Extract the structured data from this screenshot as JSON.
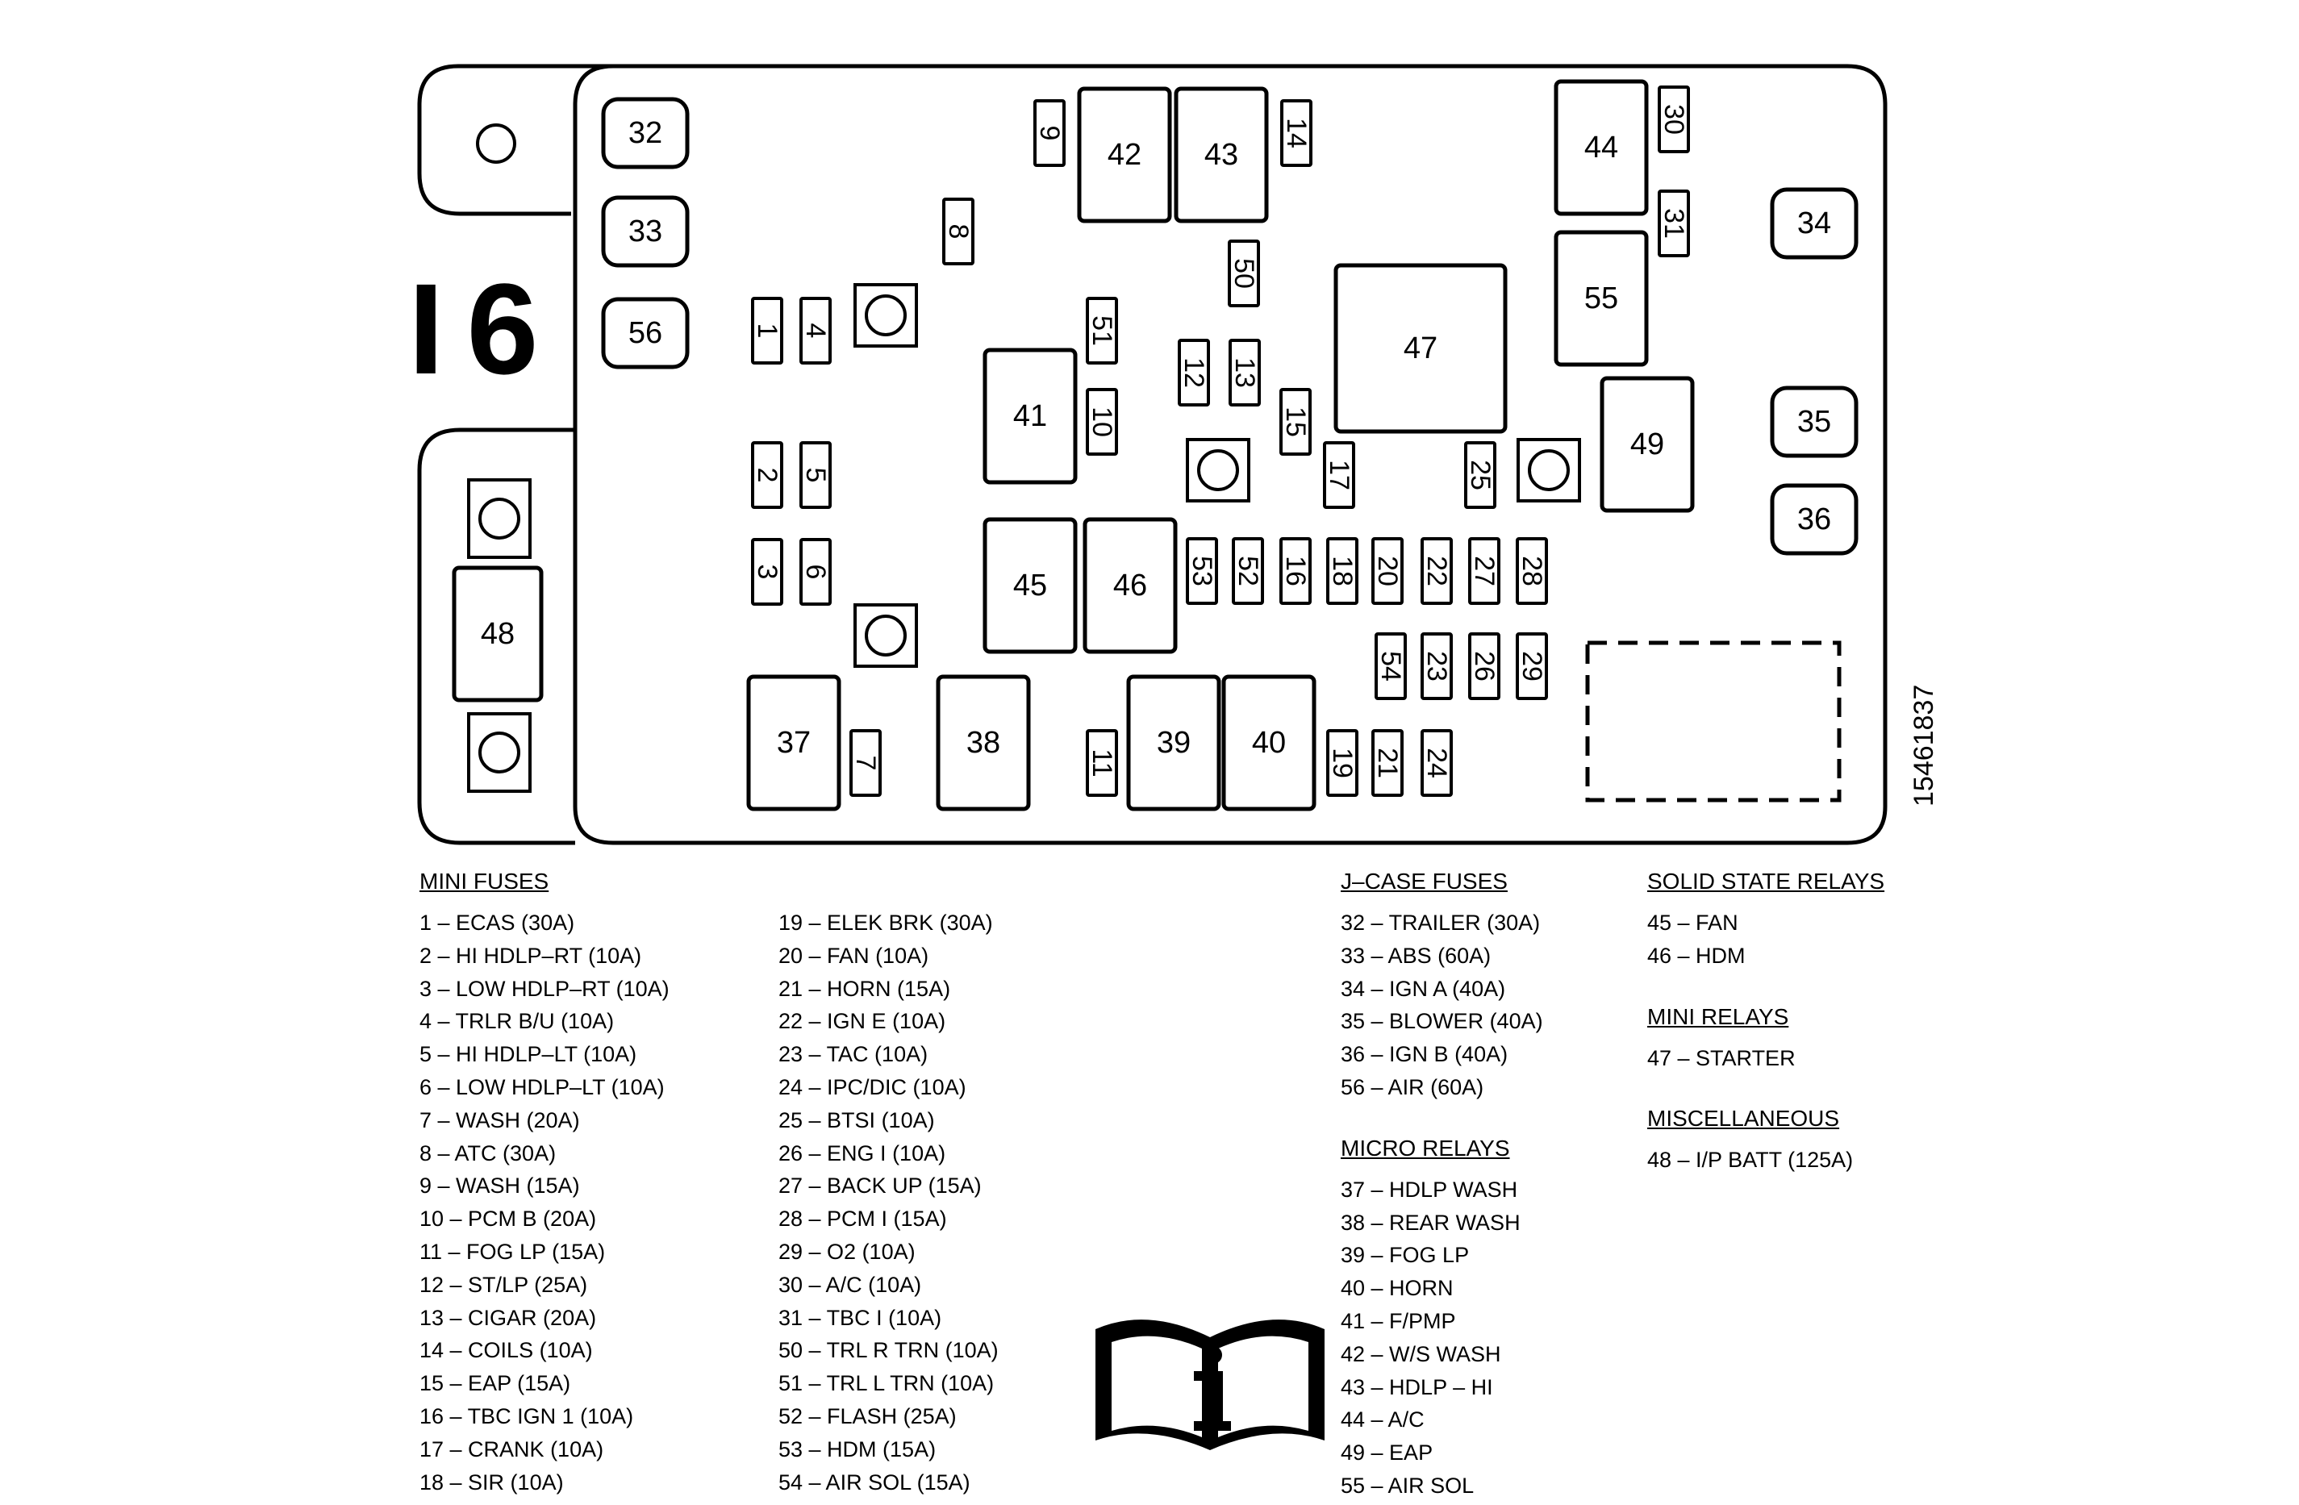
{
  "block_code": "I6",
  "part_number": "15461837",
  "info_icon": "info-book-icon",
  "components": [
    {
      "label": "1"
    },
    {
      "label": "2"
    },
    {
      "label": "3"
    },
    {
      "label": "4"
    },
    {
      "label": "5"
    },
    {
      "label": "6"
    },
    {
      "label": "7"
    },
    {
      "label": "8"
    },
    {
      "label": "9"
    },
    {
      "label": "10"
    },
    {
      "label": "11"
    },
    {
      "label": "12"
    },
    {
      "label": "13"
    },
    {
      "label": "14"
    },
    {
      "label": "15"
    },
    {
      "label": "16"
    },
    {
      "label": "17"
    },
    {
      "label": "18"
    },
    {
      "label": "19"
    },
    {
      "label": "20"
    },
    {
      "label": "21"
    },
    {
      "label": "22"
    },
    {
      "label": "23"
    },
    {
      "label": "24"
    },
    {
      "label": "25"
    },
    {
      "label": "26"
    },
    {
      "label": "27"
    },
    {
      "label": "28"
    },
    {
      "label": "29"
    },
    {
      "label": "30"
    },
    {
      "label": "31"
    },
    {
      "label": "32"
    },
    {
      "label": "33"
    },
    {
      "label": "34"
    },
    {
      "label": "35"
    },
    {
      "label": "36"
    },
    {
      "label": "37"
    },
    {
      "label": "38"
    },
    {
      "label": "39"
    },
    {
      "label": "40"
    },
    {
      "label": "41"
    },
    {
      "label": "42"
    },
    {
      "label": "43"
    },
    {
      "label": "44"
    },
    {
      "label": "45"
    },
    {
      "label": "46"
    },
    {
      "label": "47"
    },
    {
      "label": "48"
    },
    {
      "label": "49"
    },
    {
      "label": "50"
    },
    {
      "label": "51"
    },
    {
      "label": "52"
    },
    {
      "label": "53"
    },
    {
      "label": "54"
    },
    {
      "label": "55"
    },
    {
      "label": "56"
    }
  ],
  "legend": {
    "mini_fuses": {
      "title": "MINI FUSES",
      "col1": [
        "1 – ECAS (30A)",
        "2 – HI HDLP–RT (10A)",
        "3 – LOW HDLP–RT (10A)",
        "4 – TRLR B/U (10A)",
        "5 – HI HDLP–LT (10A)",
        "6 – LOW HDLP–LT (10A)",
        "7 – WASH (20A)",
        "8 – ATC (30A)",
        "9 – WASH (15A)",
        "10 – PCM B (20A)",
        "11 – FOG LP (15A)",
        "12 – ST/LP (25A)",
        "13 – CIGAR (20A)",
        "14 – COILS (10A)",
        "15 – EAP (15A)",
        "16 – TBC IGN 1 (10A)",
        "17 – CRANK (10A)",
        "18 – SIR (10A)"
      ],
      "col2": [
        "19 – ELEK BRK (30A)",
        "20 – FAN (10A)",
        "21 – HORN (15A)",
        "22 – IGN E (10A)",
        "23 – TAC (10A)",
        "24 – IPC/DIC (10A)",
        "25 – BTSI (10A)",
        "26 – ENG I (10A)",
        "27 – BACK UP (15A)",
        "28 – PCM I (15A)",
        "29 – O2 (10A)",
        "30 – A/C (10A)",
        "31 – TBC I (10A)",
        "50 – TRL R TRN (10A)",
        "51 – TRL L TRN (10A)",
        "52 – FLASH (25A)",
        "53 – HDM (15A)",
        "54 – AIR SOL (15A)"
      ]
    },
    "j_case_fuses": {
      "title": "J–CASE FUSES",
      "items": [
        "32 – TRAILER (30A)",
        "33 – ABS (60A)",
        "34 – IGN A (40A)",
        "35 – BLOWER (40A)",
        "36 – IGN B (40A)",
        "56 – AIR (60A)"
      ]
    },
    "micro_relays": {
      "title": "MICRO RELAYS",
      "items": [
        "37 – HDLP WASH",
        "38 – REAR WASH",
        "39 – FOG LP",
        "40 – HORN",
        "41 – F/PMP",
        "42 – W/S WASH",
        "43 – HDLP – HI",
        "44 – A/C",
        "49 – EAP",
        "55 – AIR SOL"
      ]
    },
    "solid_state_relays": {
      "title": "SOLID STATE RELAYS",
      "items": [
        "45 – FAN",
        "46 – HDM"
      ]
    },
    "mini_relays": {
      "title": "MINI RELAYS",
      "items": [
        "47 – STARTER"
      ]
    },
    "miscellaneous": {
      "title": "MISCELLANEOUS",
      "items": [
        "48 – I/P BATT (125A)"
      ]
    }
  }
}
